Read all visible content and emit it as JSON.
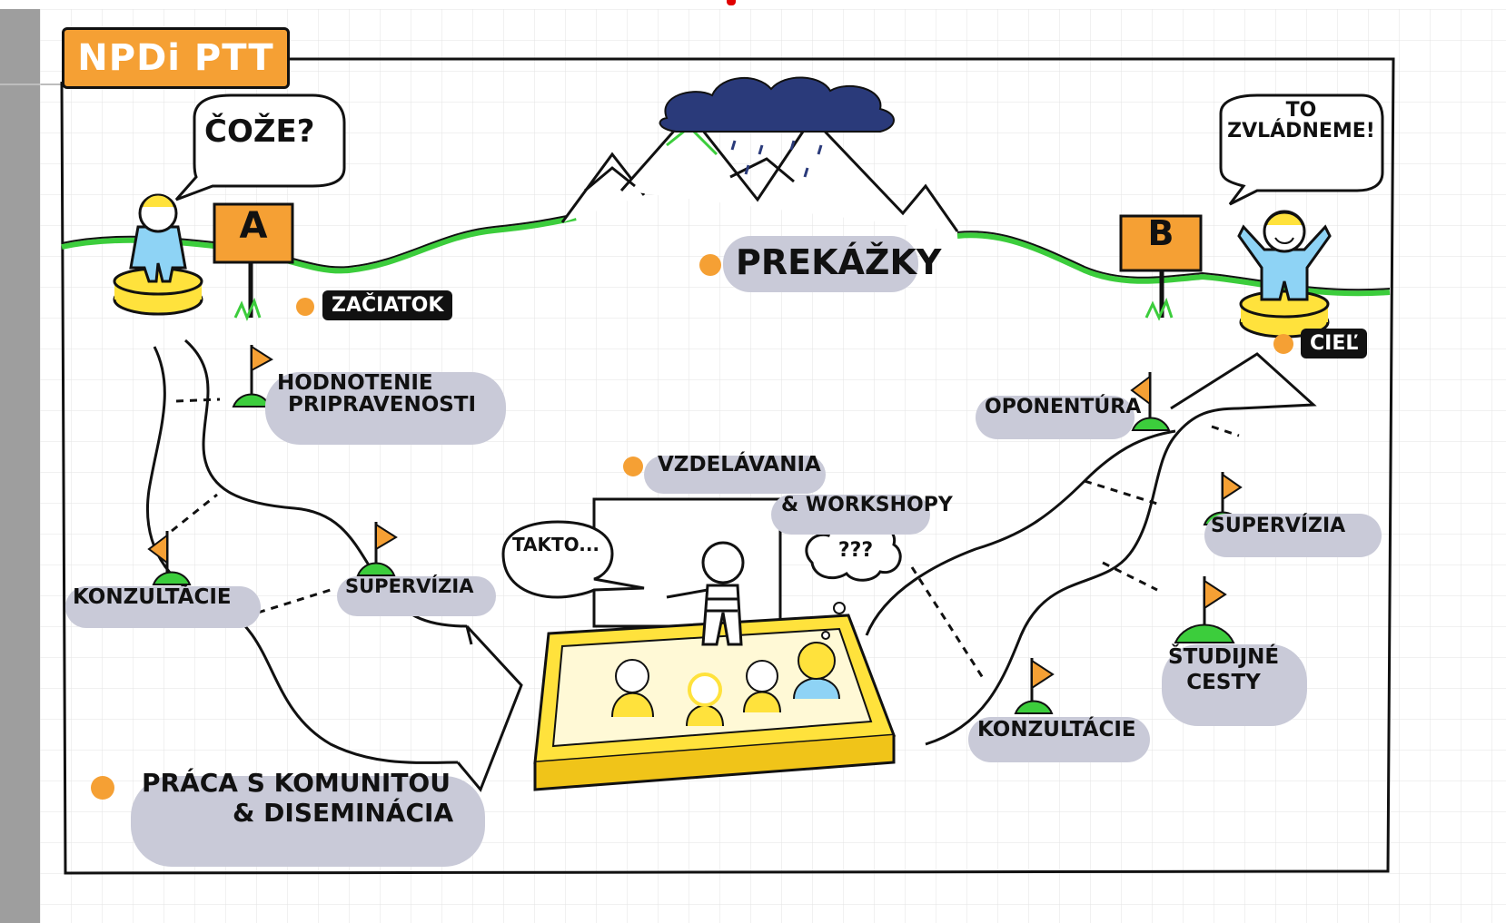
{
  "title": "NPDi PTT",
  "speech": {
    "start": "ČOŽE?",
    "goal_line1": "TO",
    "goal_line2": "ZVLÁDNEME!",
    "teacher": "TAKTO...",
    "confused": "???"
  },
  "signs": {
    "a": "A",
    "b": "B"
  },
  "labels": {
    "zaciatok": "ZAČIATOK",
    "ciel": "CIEĽ",
    "prekazky": "PREKÁŽKY",
    "hodnotenie_line1": "HODNOTENIE",
    "hodnotenie_line2": "PRIPRAVENOSTI",
    "konzultacie_left": "KONZULTÁCIE",
    "supervizia_left": "SUPERVÍZIA",
    "vzdelavania_line1": "VZDELÁVANIA",
    "vzdelavania_line2": "& WORKSHOPY",
    "praca_line1": "PRÁCA S KOMUNITOU",
    "praca_line2": "& DISEMINÁCIA",
    "oponentura": "OPONENTÚRA",
    "supervizia_right": "SUPERVÍZIA",
    "studijne_line1": "ŠTUDIJNÉ",
    "studijne_line2": "CESTY",
    "konzultacie_right": "KONZULTÁCIE"
  },
  "colors": {
    "orange": "#f5a034",
    "green": "#3ccd3c",
    "blue": "#8ed3f5",
    "yellow": "#ffe23c",
    "cloud": "#2a3a7a",
    "pill": "#c9cad8"
  }
}
